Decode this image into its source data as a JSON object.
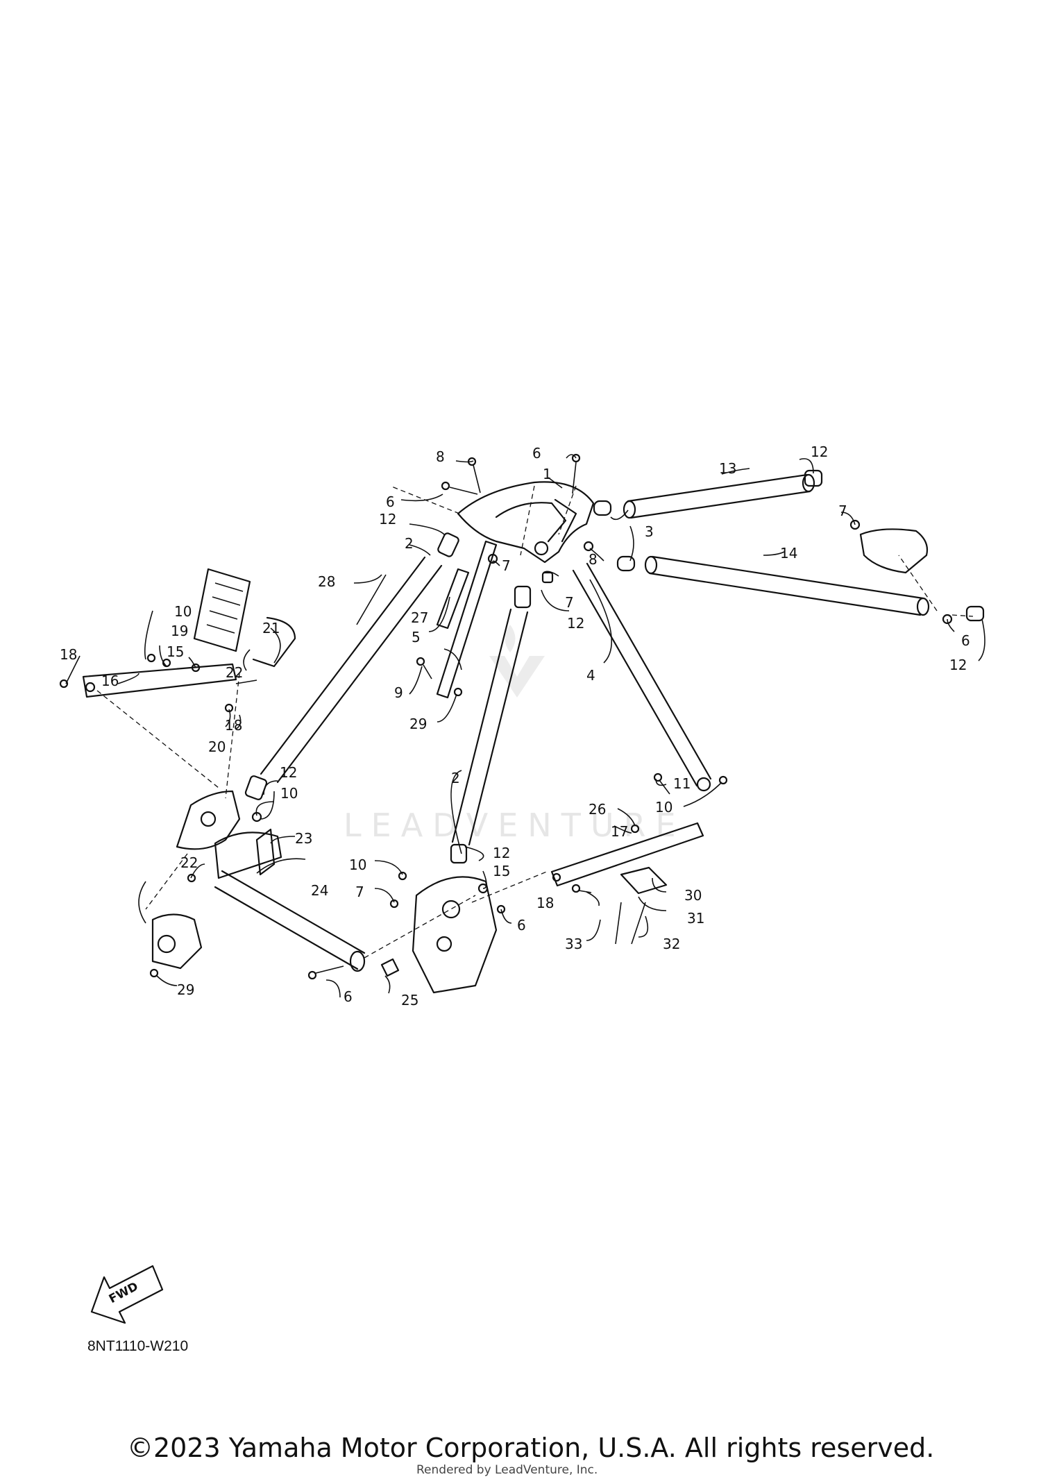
{
  "watermark": {
    "text": "LEADVENTURE"
  },
  "diagram": {
    "code": "8NT1110-W210",
    "fwd_label": "FWD",
    "callouts": [
      {
        "id": "c1",
        "text": "1"
      },
      {
        "id": "c2a",
        "text": "2"
      },
      {
        "id": "c2b",
        "text": "2"
      },
      {
        "id": "c3",
        "text": "3"
      },
      {
        "id": "c4",
        "text": "4"
      },
      {
        "id": "c5",
        "text": "5"
      },
      {
        "id": "c6a",
        "text": "6"
      },
      {
        "id": "c6b",
        "text": "6"
      },
      {
        "id": "c6c",
        "text": "6"
      },
      {
        "id": "c6d",
        "text": "6"
      },
      {
        "id": "c6e",
        "text": "6"
      },
      {
        "id": "c7a",
        "text": "7"
      },
      {
        "id": "c7b",
        "text": "7"
      },
      {
        "id": "c7c",
        "text": "7"
      },
      {
        "id": "c7d",
        "text": "7"
      },
      {
        "id": "c8a",
        "text": "8"
      },
      {
        "id": "c8b",
        "text": "8"
      },
      {
        "id": "c9",
        "text": "9"
      },
      {
        "id": "c10a",
        "text": "10"
      },
      {
        "id": "c10b",
        "text": "10"
      },
      {
        "id": "c10c",
        "text": "10"
      },
      {
        "id": "c10d",
        "text": "10"
      },
      {
        "id": "c11",
        "text": "11"
      },
      {
        "id": "c12a",
        "text": "12"
      },
      {
        "id": "c12b",
        "text": "12"
      },
      {
        "id": "c12c",
        "text": "12"
      },
      {
        "id": "c12d",
        "text": "12"
      },
      {
        "id": "c12e",
        "text": "12"
      },
      {
        "id": "c12f",
        "text": "12"
      },
      {
        "id": "c13",
        "text": "13"
      },
      {
        "id": "c14",
        "text": "14"
      },
      {
        "id": "c15a",
        "text": "15"
      },
      {
        "id": "c15b",
        "text": "15"
      },
      {
        "id": "c16",
        "text": "16"
      },
      {
        "id": "c17",
        "text": "17"
      },
      {
        "id": "c18a",
        "text": "18"
      },
      {
        "id": "c18b",
        "text": "18"
      },
      {
        "id": "c18c",
        "text": "18"
      },
      {
        "id": "c19",
        "text": "19"
      },
      {
        "id": "c20",
        "text": "20"
      },
      {
        "id": "c21",
        "text": "21"
      },
      {
        "id": "c22a",
        "text": "22"
      },
      {
        "id": "c22b",
        "text": "22"
      },
      {
        "id": "c23",
        "text": "23"
      },
      {
        "id": "c24",
        "text": "24"
      },
      {
        "id": "c25",
        "text": "25"
      },
      {
        "id": "c26",
        "text": "26"
      },
      {
        "id": "c27",
        "text": "27"
      },
      {
        "id": "c28",
        "text": "28"
      },
      {
        "id": "c29a",
        "text": "29"
      },
      {
        "id": "c29b",
        "text": "29"
      },
      {
        "id": "c30",
        "text": "30"
      },
      {
        "id": "c31",
        "text": "31"
      },
      {
        "id": "c32",
        "text": "32"
      },
      {
        "id": "c33",
        "text": "33"
      }
    ]
  },
  "footer": {
    "copyright": "©2023 Yamaha Motor Corporation, U.S.A. All rights reserved.",
    "rendered_by": "Rendered by LeadVenture, Inc."
  }
}
